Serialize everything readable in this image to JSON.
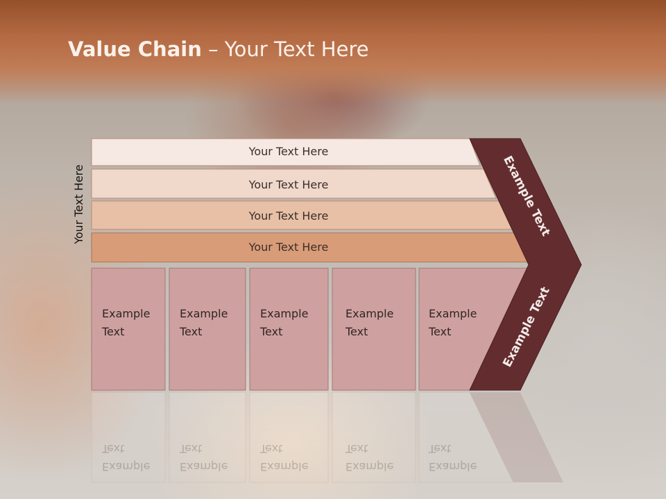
{
  "slide": {
    "title_bold": "Value Chain",
    "title_rest": " – Your Text Here",
    "side_label": "Your Text Here",
    "bands": [
      {
        "label": "Your Text Here"
      },
      {
        "label": "Your Text Here"
      },
      {
        "label": "Your Text Here"
      },
      {
        "label": "Your Text Here"
      }
    ],
    "boxes": [
      {
        "line1": "Example",
        "line2": "Text"
      },
      {
        "line1": "Example",
        "line2": "Text"
      },
      {
        "line1": "Example",
        "line2": "Text"
      },
      {
        "line1": "Example",
        "line2": "Text"
      },
      {
        "line1": "Example",
        "line2": "Text"
      }
    ],
    "chevron_top_label": "Example Text",
    "chevron_bottom_label": "Example Text"
  },
  "colors": {
    "title_bar": "#b46a43",
    "band_1": "#f6e8e2",
    "band_2": "#f0d8cb",
    "band_3": "#e7c0a6",
    "band_4": "#d99c78",
    "box_fill": "#cfa0a0",
    "chevron": "#632d2f"
  }
}
